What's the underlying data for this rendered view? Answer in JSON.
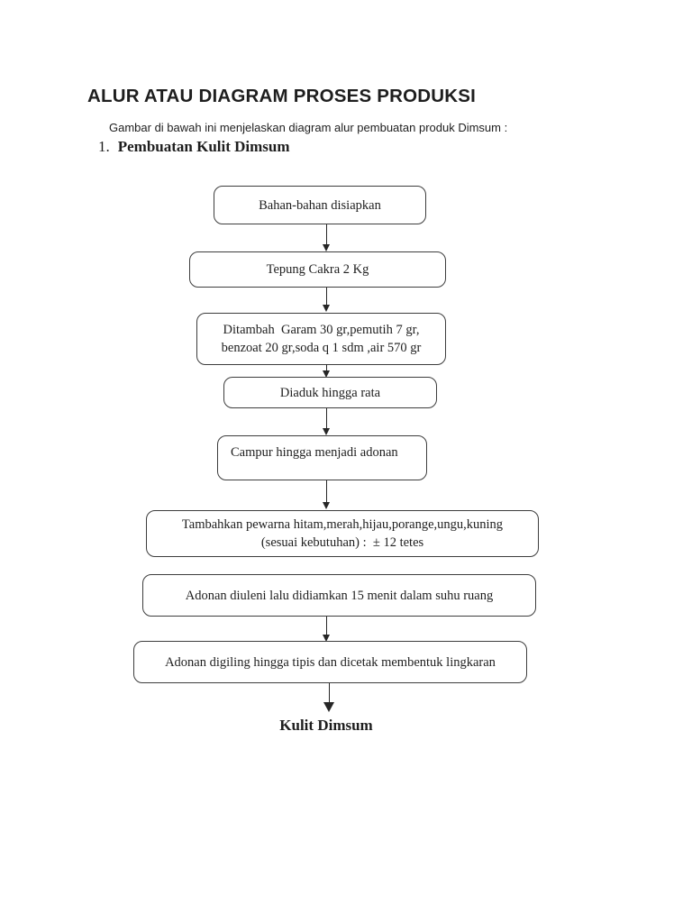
{
  "page": {
    "title": "ALUR ATAU DIAGRAM PROSES PRODUKSI",
    "subtitle": "Gambar di bawah ini menjelaskan diagram alur pembuatan produk Dimsum :",
    "section_number": "1.",
    "section_title": "Pembuatan Kulit Dimsum"
  },
  "flowchart": {
    "steps": [
      {
        "lines": [
          "Bahan-bahan disiapkan"
        ]
      },
      {
        "lines": [
          "Tepung Cakra 2 Kg"
        ]
      },
      {
        "lines": [
          "Ditambah  Garam 30 gr,pemutih 7 gr,",
          "benzoat 20 gr,soda q 1 sdm ,air 570 gr"
        ]
      },
      {
        "lines": [
          "Diaduk hingga rata"
        ]
      },
      {
        "lines": [
          "Campur hingga menjadi adonan"
        ]
      },
      {
        "lines": [
          "Tambahkan pewarna hitam,merah,hijau,porange,ungu,kuning",
          "(sesuai kebutuhan) :  ± 12 tetes"
        ]
      },
      {
        "lines": [
          "Adonan diuleni lalu didiamkan 15 menit dalam suhu ruang"
        ]
      },
      {
        "lines": [
          "Adonan digiling hingga tipis dan dicetak membentuk lingkaran"
        ]
      }
    ],
    "result_label": "Kulit Dimsum"
  },
  "colors": {
    "page_bg": "#ffffff",
    "text": "#1e1e1e",
    "box_border": "#3d3d3d",
    "arrow": "#262626"
  }
}
